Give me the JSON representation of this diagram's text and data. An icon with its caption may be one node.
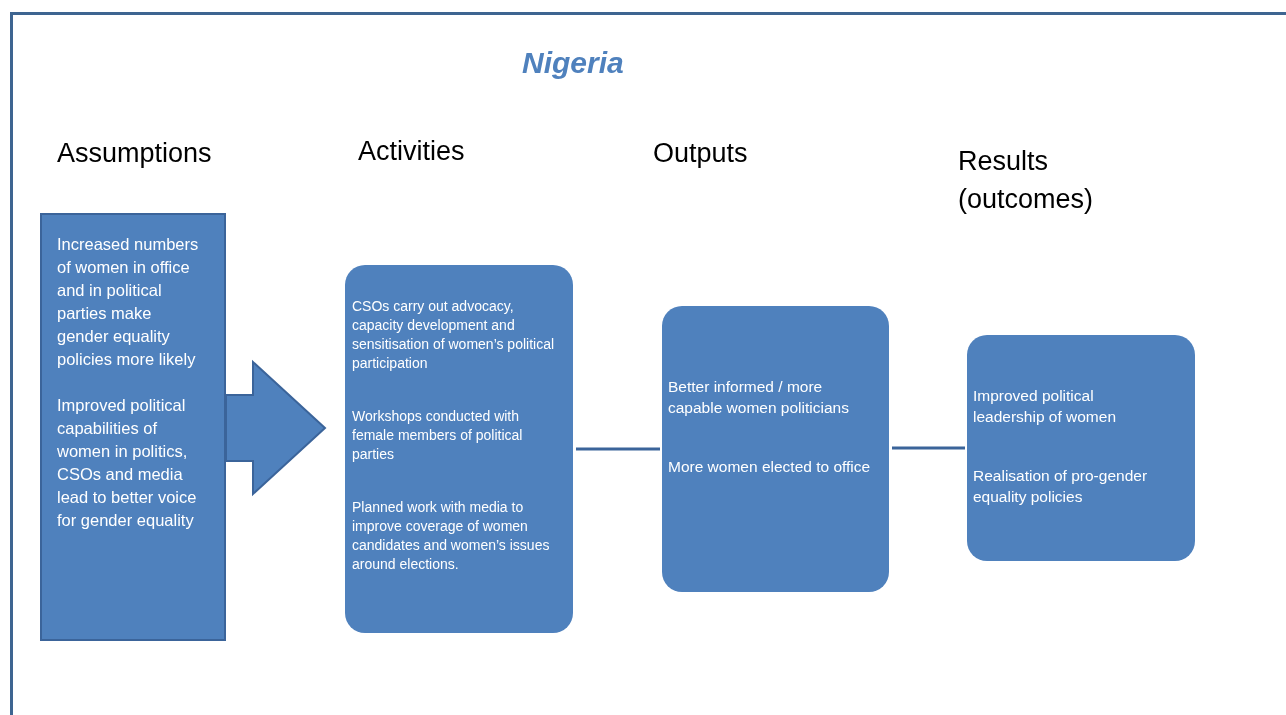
{
  "diagram": {
    "title": "Nigeria",
    "nodes": [
      {
        "text": [
          "Increased numbers of women in office and in political parties make gender equality policies more likely",
          "Improved political capabilities of women in politics, CSOs and media lead to better voice for gender equality"
        ]
      },
      {
        "text": [
          "CSOs carry out advocacy, capacity development and sensitisation of women’s political participation",
          "Workshops conducted with female members of political parties",
          "Planned work with media to improve coverage of women candidates and women’s issues around elections."
        ]
      },
      {
        "text": [
          "Better informed / more capable women politicians",
          "More women elected to office"
        ]
      },
      {
        "text": [
          "Improved political leadership of women",
          "Realisation of pro-gender equality policies"
        ]
      }
    ],
    "edges": [
      {
        "from": 0,
        "to": 1,
        "arrow": "to",
        "style": "thick"
      },
      {
        "from": 1,
        "to": 2,
        "arrow": "none"
      },
      {
        "from": 2,
        "to": 3,
        "arrow": "none"
      }
    ],
    "labels": [
      "Assumptions",
      "Activities",
      "Outputs",
      "Results (outcomes)"
    ]
  }
}
